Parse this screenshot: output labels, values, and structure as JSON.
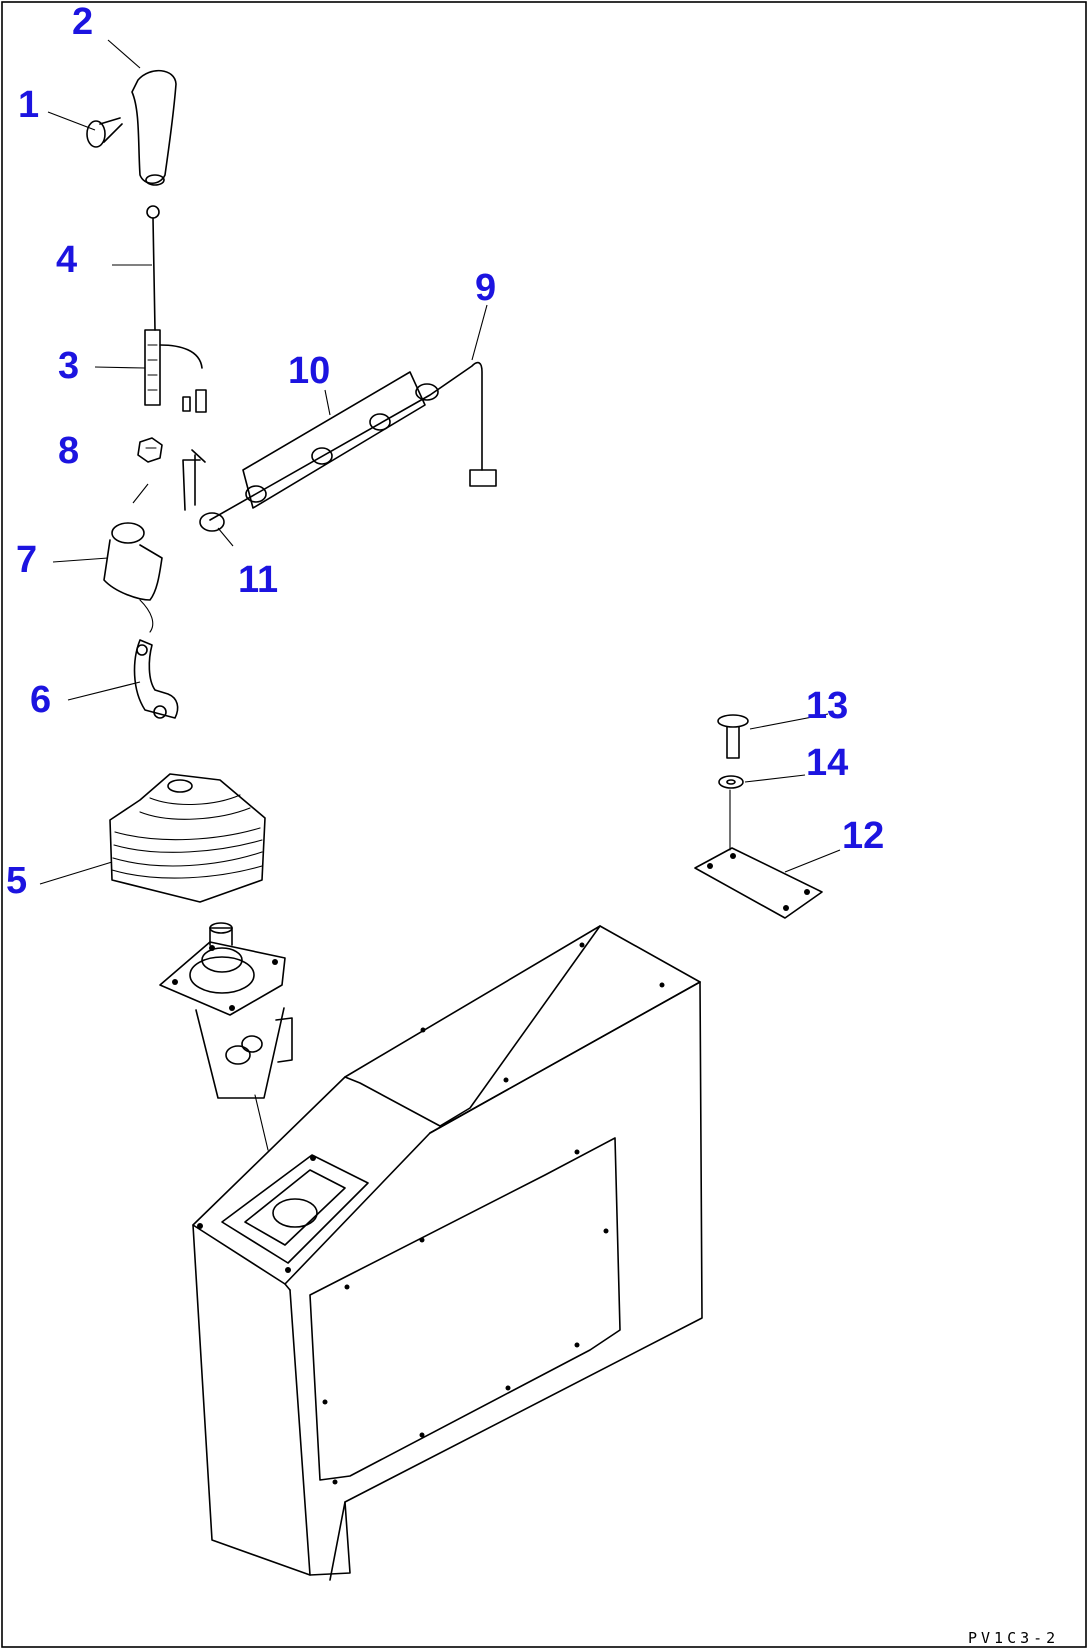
{
  "callouts": [
    "1",
    "2",
    "3",
    "4",
    "5",
    "6",
    "7",
    "8",
    "9",
    "10",
    "11",
    "12",
    "13",
    "14"
  ],
  "drawing_code": "PV1C3-2",
  "colors": {
    "callout": "#1c14e0",
    "line": "#000000",
    "background": "#ffffff"
  }
}
